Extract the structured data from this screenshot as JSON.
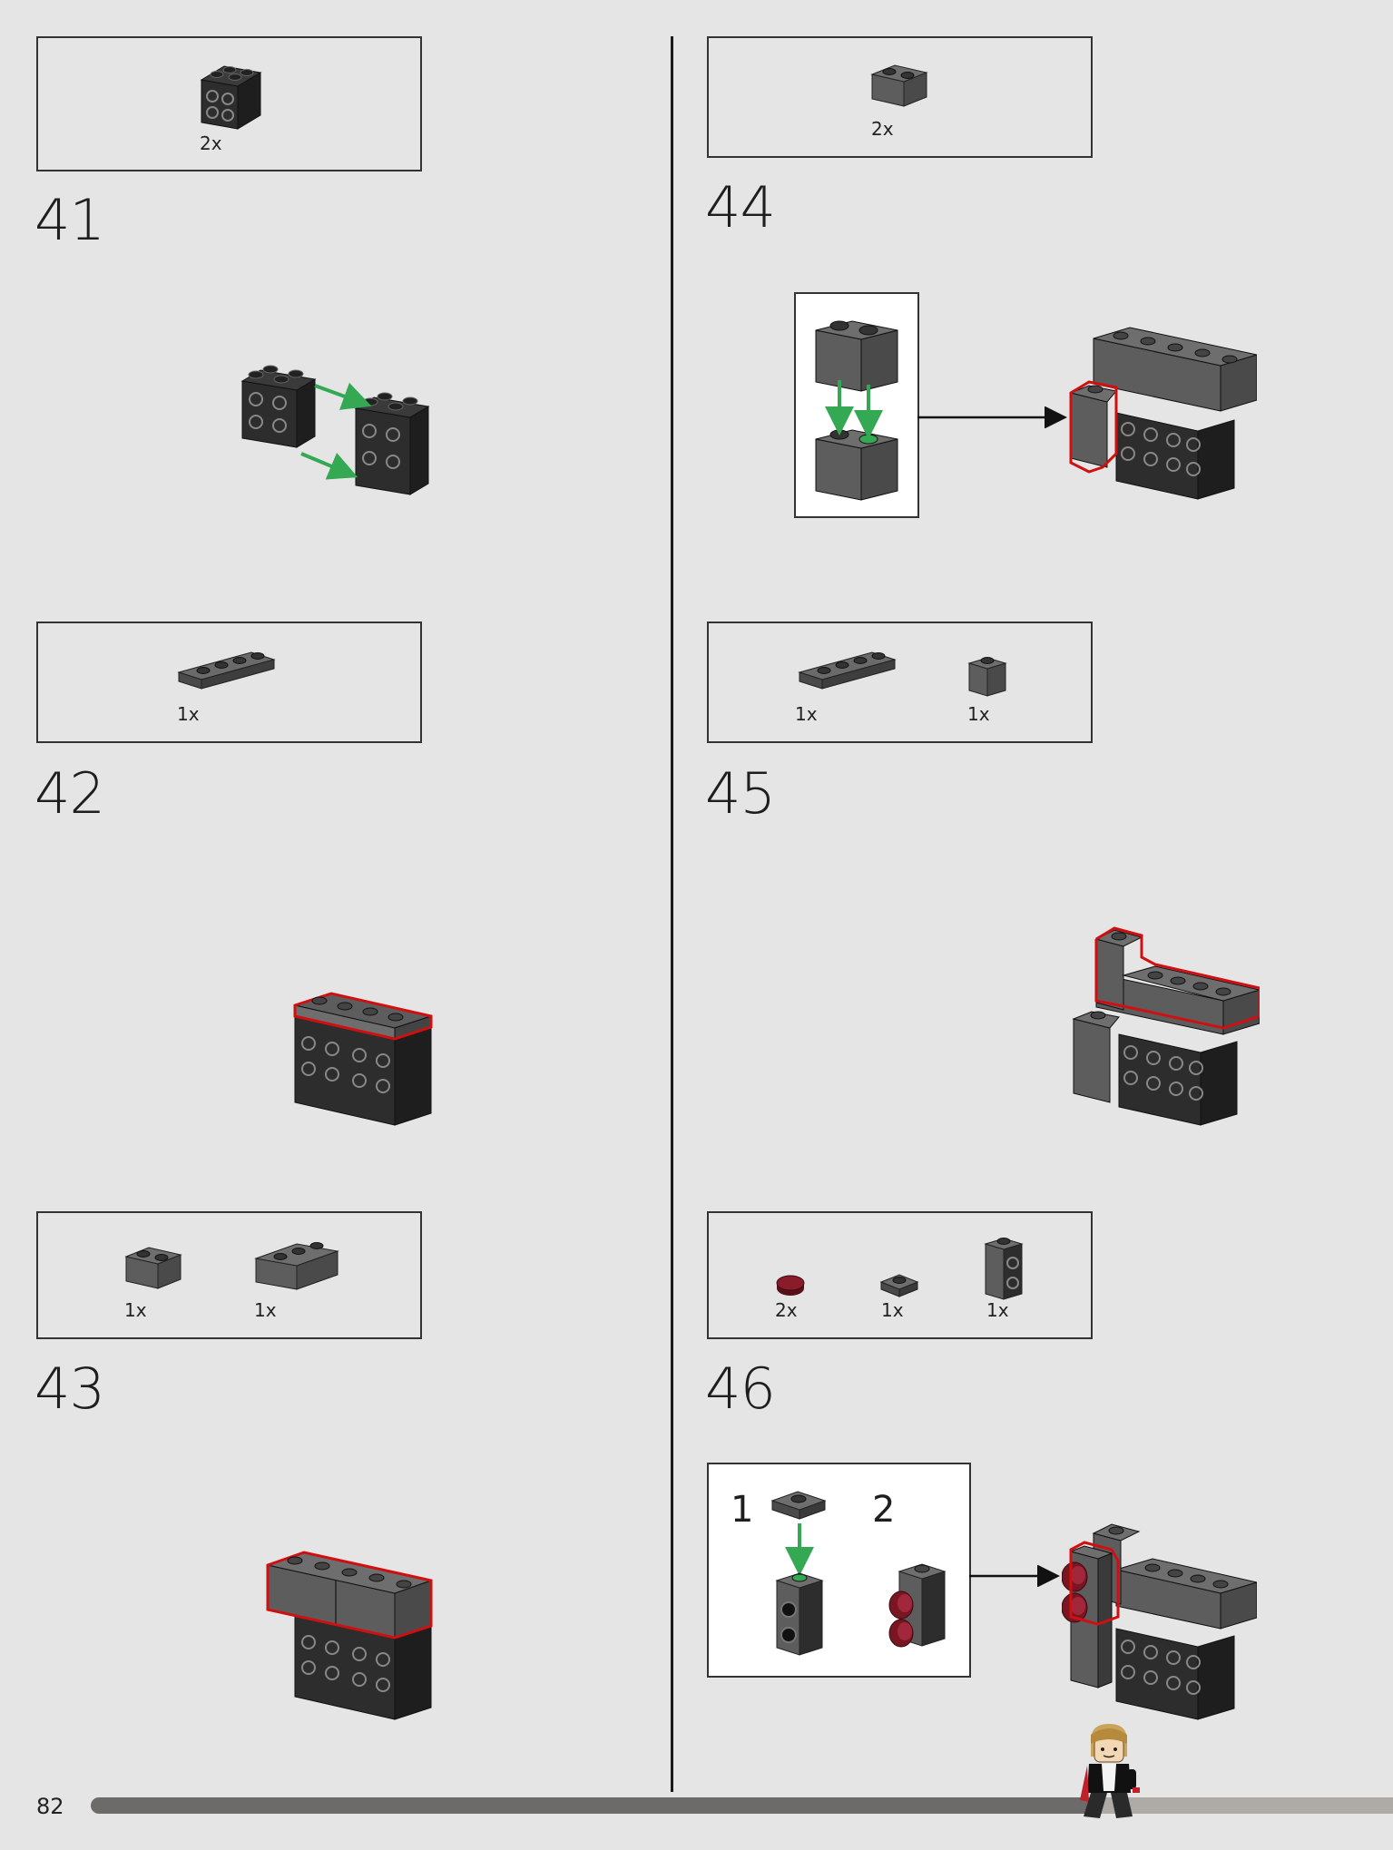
{
  "page": {
    "number": "82",
    "progress_percent": 77
  },
  "steps": [
    {
      "number": "41",
      "parts": [
        {
          "name": "brick-2x2-side-studs-black",
          "qty": "2x"
        }
      ]
    },
    {
      "number": "42",
      "parts": [
        {
          "name": "plate-1x4-dark-gray",
          "qty": "1x"
        }
      ]
    },
    {
      "number": "43",
      "parts": [
        {
          "name": "brick-1x2-dark-gray",
          "qty": "1x"
        },
        {
          "name": "brick-1x3-dark-gray",
          "qty": "1x"
        }
      ]
    },
    {
      "number": "44",
      "parts": [
        {
          "name": "brick-1x2-dark-gray",
          "qty": "2x"
        }
      ]
    },
    {
      "number": "45",
      "parts": [
        {
          "name": "plate-1x4-dark-gray",
          "qty": "1x"
        },
        {
          "name": "brick-1x1-dark-gray",
          "qty": "1x"
        }
      ]
    },
    {
      "number": "46",
      "parts": [
        {
          "name": "round-tile-1x1-dark-red",
          "qty": "2x"
        },
        {
          "name": "plate-1x1-dark-gray",
          "qty": "1x"
        },
        {
          "name": "brick-1x1x2-side-studs-black",
          "qty": "1x"
        }
      ]
    }
  ],
  "substeps_46": [
    "1",
    "2"
  ],
  "colors": {
    "brick_dark_gray": "#5d5d5d",
    "brick_black": "#2d2d2d",
    "highlight": "#d01010",
    "arrow_green": "#34a853",
    "tile_dark_red": "#7a1622"
  }
}
